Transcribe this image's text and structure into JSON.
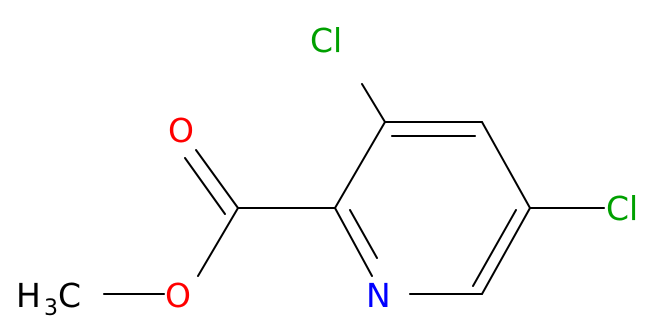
{
  "molecule": {
    "atoms": {
      "chlorine_top": {
        "label": "Cl",
        "color": "#00a000"
      },
      "chlorine_right": {
        "label": "Cl",
        "color": "#00a000"
      },
      "carbonyl_oxygen": {
        "label": "O",
        "color": "#ff0000"
      },
      "ester_oxygen": {
        "label": "O",
        "color": "#ff0000"
      },
      "ring_nitrogen": {
        "label": "N",
        "color": "#0000ff"
      },
      "methyl": {
        "label": "H",
        "subscript": "3",
        "suffix": "C",
        "color": "#000000"
      }
    },
    "bond_color": "#000000"
  }
}
